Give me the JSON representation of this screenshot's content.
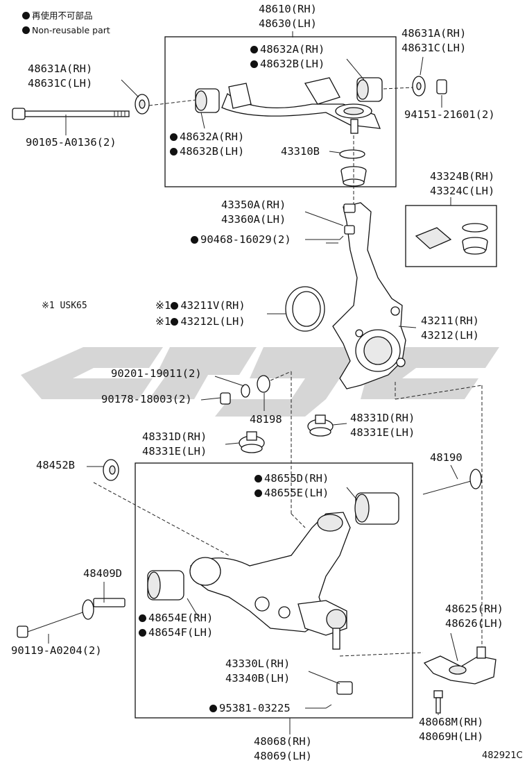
{
  "legend": {
    "jp": "再使用不可部品",
    "en": "Non-reusable part"
  },
  "note": "※1 USK65",
  "watermark": "cygc",
  "diagram_code": "482921C",
  "labels": {
    "upper_arm_rh": "48610(RH)",
    "upper_arm_lh": "48630(LH)",
    "bushing_top_rh": "48632A(RH)",
    "bushing_top_lh": "48632B(LH)",
    "cam_left_rh": "48631A(RH)",
    "cam_left_lh": "48631C(LH)",
    "cam_right_rh": "48631A(RH)",
    "cam_right_lh": "48631C(LH)",
    "nut_upper": "94151-21601(2)",
    "bolt_upper": "90105-A0136(2)",
    "bushing_mid_rh": "48632A(RH)",
    "bushing_mid_lh": "48632B(LH)",
    "boot_upper": "43310B",
    "kit_rh": "43324B(RH)",
    "kit_lh": "43324C(LH)",
    "nut_rh": "43350A(RH)",
    "nut_lh": "43360A(LH)",
    "cotter_upper": "90468-16029(2)",
    "seal_rh": "43211V(RH)",
    "seal_lh": "43212L(LH)",
    "knuckle_rh": "43211(RH)",
    "knuckle_lh": "43212(LH)",
    "washer_upper": "90201-19011(2)",
    "nut_small": "90178-18003(2)",
    "plate": "48198",
    "bumper_r_rh": "48331D(RH)",
    "bumper_r_lh": "48331E(LH)",
    "bumper_l_rh": "48331D(RH)",
    "bumper_l_lh": "48331E(LH)",
    "cam_washer": "48452B",
    "cam_bolt": "48190",
    "bushing_low_rh": "48655D(RH)",
    "bushing_low_lh": "48655E(LH)",
    "bolt_lower_sub": "48409D",
    "bushing_front_rh": "48654E(RH)",
    "bushing_front_lh": "48654F(LH)",
    "bolt_lower": "90119-A0204(2)",
    "bracket_rh": "48625(RH)",
    "bracket_lh": "48626(LH)",
    "ball_nut_rh": "43330L(RH)",
    "ball_nut_lh": "43340B(LH)",
    "cotter_lower": "95381-03225",
    "bracket_bolt_rh": "48068M(RH)",
    "bracket_bolt_lh": "48069H(LH)",
    "lower_arm_rh": "48068(RH)",
    "lower_arm_lh": "48069(LH)"
  },
  "marks": {
    "ref1": "※1"
  }
}
